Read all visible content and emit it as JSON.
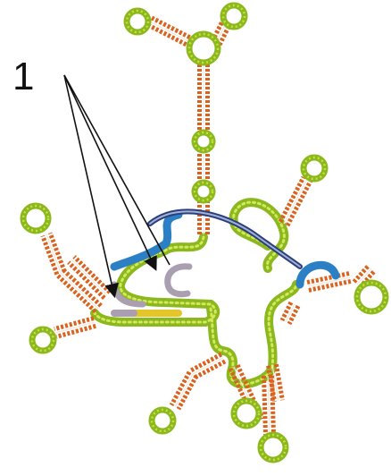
{
  "label_number": "1",
  "colors": {
    "stem": "#d9621f",
    "loop": "#8ab81e",
    "loop_dot": "#c9df3a",
    "highlight_blue": "#2b7fc4",
    "highlight_dark": "#2d3f7a",
    "highlight_gray": "#a99fb0",
    "highlight_yellow": "#e5c62a",
    "arrow": "#111111"
  },
  "icons": [
    "arrow-pointer",
    "rna-secondary-structure"
  ]
}
